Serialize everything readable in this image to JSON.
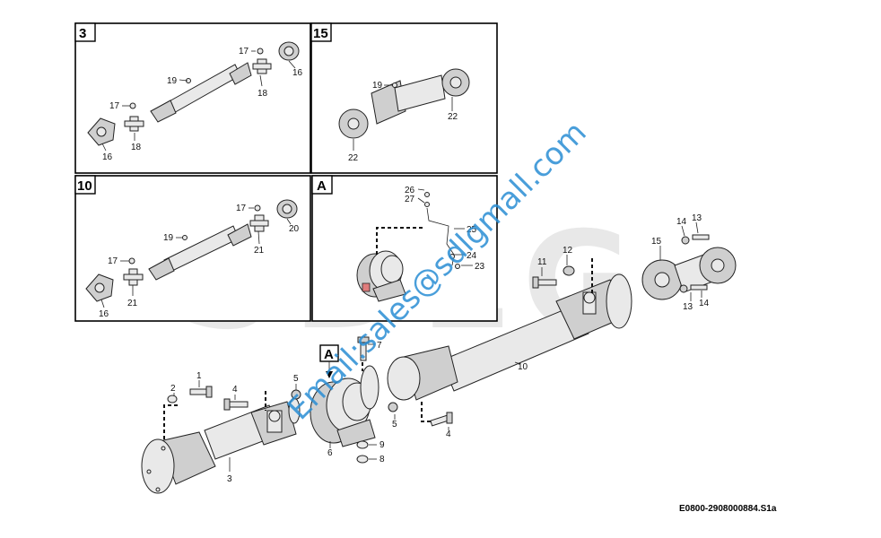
{
  "panels": {
    "p3": {
      "number": "3",
      "labels": [
        "17",
        "19",
        "16",
        "18",
        "17",
        "16",
        "18"
      ]
    },
    "p15": {
      "number": "15",
      "labels": [
        "19",
        "22",
        "22"
      ]
    },
    "p10": {
      "number": "10",
      "labels": [
        "17",
        "19",
        "20",
        "21",
        "17",
        "16",
        "21"
      ]
    },
    "pA": {
      "number": "A",
      "labels": [
        "26",
        "27",
        "25",
        "24",
        "23"
      ]
    }
  },
  "main": {
    "callout": "A",
    "labels": {
      "l1": "1",
      "l2": "2",
      "l3": "3",
      "l4a": "4",
      "l4b": "4",
      "l5a": "5",
      "l5b": "5",
      "l6": "6",
      "l7": "7",
      "l8": "8",
      "l9": "9",
      "l10": "10",
      "l11": "11",
      "l12": "12",
      "l13a": "13",
      "l13b": "13",
      "l14a": "14",
      "l14b": "14",
      "l15": "15"
    }
  },
  "reference_code": "E0800-2908000884.S1a",
  "watermark": {
    "text": "Email:sales@sdlgmall.com",
    "logo": "SDLG"
  },
  "colors": {
    "watermark_text": "#2a8ed4",
    "logo_gray": "#e6e6e6",
    "logo_red": "#f3c9c9"
  }
}
